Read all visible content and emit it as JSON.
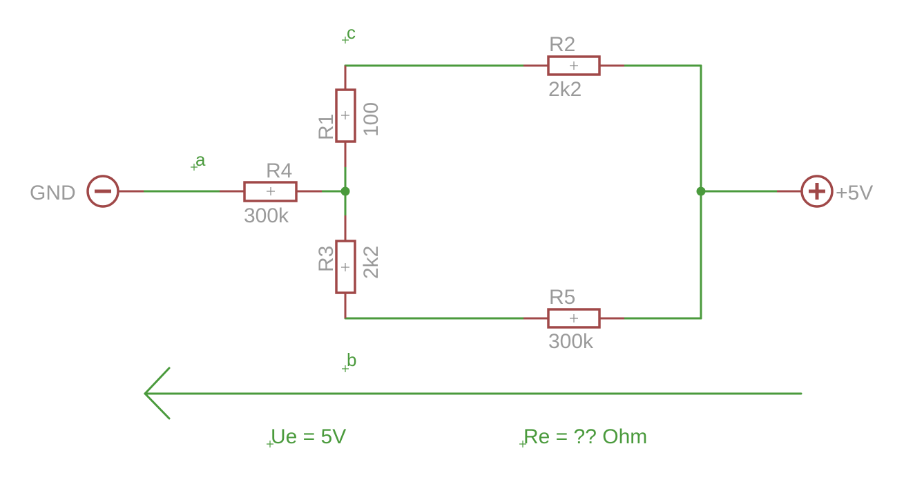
{
  "resistors": {
    "r1": {
      "name": "R1",
      "value": "100"
    },
    "r2": {
      "name": "R2",
      "value": "2k2"
    },
    "r3": {
      "name": "R3",
      "value": "2k2"
    },
    "r4": {
      "name": "R4",
      "value": "300k"
    },
    "r5": {
      "name": "R5",
      "value": "300k"
    }
  },
  "supplies": {
    "negative": {
      "label": "GND"
    },
    "positive": {
      "label": "+5V"
    }
  },
  "nodes": {
    "a": "a",
    "b": "b",
    "c": "c"
  },
  "annotations": {
    "voltage": "Ue = 5V",
    "resistance": "Re = ?? Ohm"
  },
  "colors": {
    "wire": "#4a9a3c",
    "component": "#a04848",
    "component_label": "#9a9a9a"
  }
}
